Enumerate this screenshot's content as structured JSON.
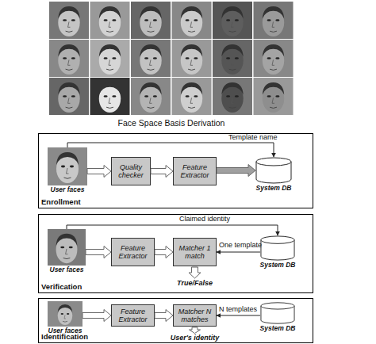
{
  "diagram": {
    "caption": "Face Space Basis Derivation",
    "nodes": [
      {
        "text": [
          "Enrollment"
        ]
      },
      {
        "text": [
          "User faces"
        ],
        "in": 0
      },
      {
        "text": [
          "Quality checker"
        ],
        "in": 0
      },
      {
        "text": [
          "Feature Extractor"
        ],
        "in": 0
      },
      {
        "text": [
          "System DB"
        ],
        "in": 0
      },
      {
        "text": [
          "Verification"
        ]
      },
      {
        "text": [
          "User faces"
        ],
        "in": 5
      },
      {
        "text": [
          "Feature Extractor"
        ],
        "in": 5
      },
      {
        "text": [
          "Matcher 1 match"
        ],
        "in": 5
      },
      {
        "text": [
          "System DB"
        ],
        "in": 5
      },
      {
        "text": [
          "Identification"
        ]
      },
      {
        "text": [
          "User faces"
        ],
        "in": 10
      },
      {
        "text": [
          "Feature Extractor"
        ],
        "in": 10
      },
      {
        "text": [
          "Matcher N matches"
        ],
        "in": 10
      },
      {
        "text": [
          "System DB"
        ],
        "in": 10
      }
    ],
    "edges": [
      {
        "from": 1,
        "to": 2,
        "arrow": "to"
      },
      {
        "from": 2,
        "to": 3,
        "arrow": "to"
      },
      {
        "from": 3,
        "to": 4,
        "arrow": "to"
      },
      {
        "from": 1,
        "to": 4,
        "label": "Template name",
        "arrow": "to"
      },
      {
        "from": 6,
        "to": 7,
        "arrow": "to"
      },
      {
        "from": 7,
        "to": 8,
        "arrow": "to"
      },
      {
        "from": 6,
        "to": 9,
        "label": "Claimed identity",
        "arrow": "to"
      },
      {
        "from": 9,
        "to": 8,
        "label": "One template",
        "arrow": "to"
      },
      {
        "from": 11,
        "to": 12,
        "arrow": "to"
      },
      {
        "from": 12,
        "to": 13,
        "arrow": "to"
      },
      {
        "from": 14,
        "to": 13,
        "label": "N templates",
        "arrow": "to"
      }
    ],
    "labels": [
      "True/False",
      "User's identity"
    ]
  }
}
